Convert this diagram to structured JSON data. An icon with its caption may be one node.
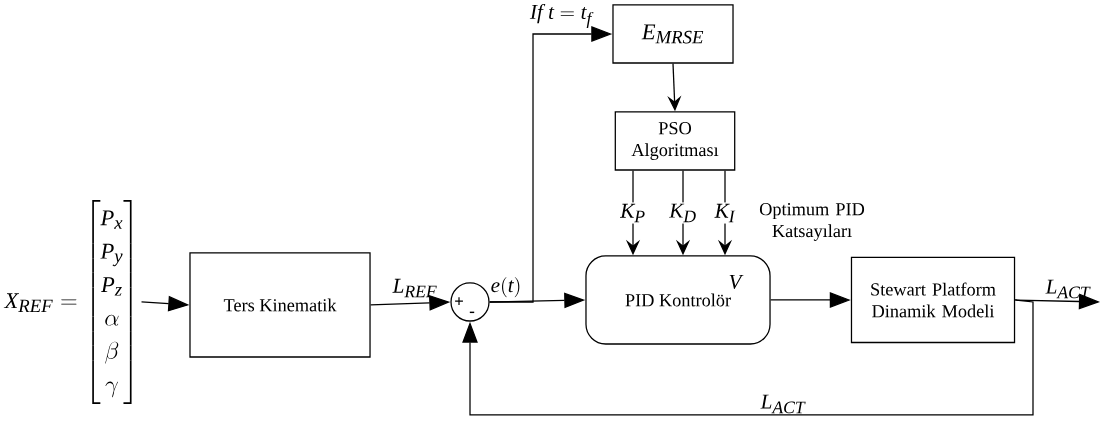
{
  "diagram": {
    "nodes": [
      {
        "text": [
          "X_{REF} = \\begin{bmatrix} P_x \\\\ P_y \\\\ P_z \\\\ \\alpha \\\\ \\beta \\\\ \\gamma \\end{bmatrix}"
        ]
      },
      {
        "text": [
          "Ters Kinematik"
        ]
      },
      {
        "text": [
          "+",
          "-"
        ]
      },
      {
        "text": [
          "E_{MRSE}"
        ]
      },
      {
        "text": [
          "PSO Algoritması"
        ]
      },
      {
        "text": [
          "PID Kontrolör"
        ]
      },
      {
        "text": [
          "Stewart Platform Dinamik Modeli"
        ]
      }
    ],
    "edges": [
      {
        "from": 0,
        "to": 1,
        "arrow": "to"
      },
      {
        "from": 1,
        "to": 2,
        "arrow": "to",
        "label": "L_{REF}"
      },
      {
        "from": 2,
        "to": 5,
        "arrow": "to",
        "label": "e(t)"
      },
      {
        "from": 2,
        "to": 3,
        "arrow": "to",
        "label": "If\\ t = t_f"
      },
      {
        "from": 3,
        "to": 4,
        "arrow": "to"
      },
      {
        "from": 4,
        "to": 5,
        "arrow": "to",
        "label": "K_P"
      },
      {
        "from": 4,
        "to": 5,
        "arrow": "to",
        "label": "K_D"
      },
      {
        "from": 4,
        "to": 5,
        "arrow": "to",
        "label": "K_I"
      },
      {
        "from": 5,
        "to": 6,
        "arrow": "to",
        "label": "V"
      },
      {
        "from": 6,
        "to": null,
        "arrow": "to",
        "label": "L_{ACT}"
      },
      {
        "from": 6,
        "to": 2,
        "arrow": "to",
        "label": "L_{ACT}"
      }
    ],
    "labels": [
      "Optimum PID Katsayıları"
    ]
  }
}
